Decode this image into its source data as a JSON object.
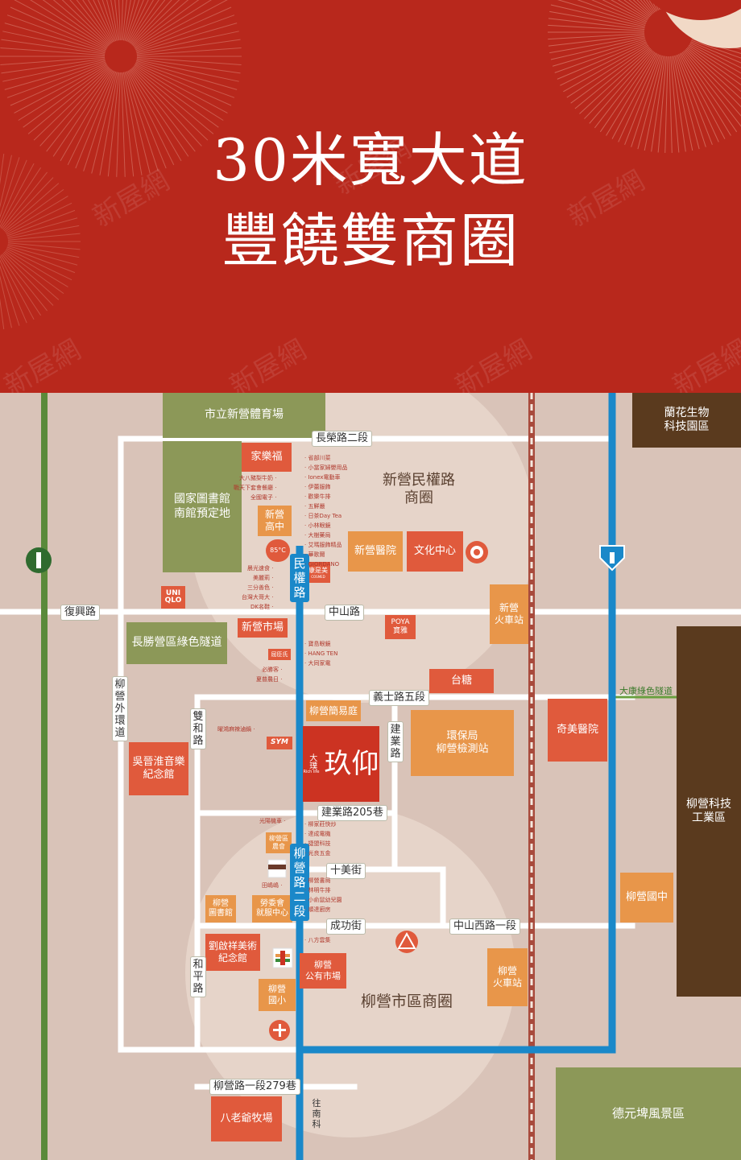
{
  "header": {
    "title_line1": "30米寬大道",
    "title_line2": "豐饒雙商圈",
    "watermark": "新屋網",
    "background": "#b8281c"
  },
  "map": {
    "areas": {
      "stadium": "市立新營體育場",
      "library": "國家圖書館\n南館預定地",
      "tunnel_changsheng": "長勝營區綠色隧道",
      "orchid_park": "蘭花生物\n科技園區",
      "tech_park": "柳營科技\n工業區",
      "dearyuan": "德元埤風景區"
    },
    "districts": {
      "xinying": "新營民權路\n商圈",
      "liuying": "柳營市區商圈"
    },
    "roads": {
      "changrong": "長榮路二段",
      "fuxing": "復興路",
      "zhongshan": "中山路",
      "yishi": "義士路五段",
      "jianye": "建業路",
      "jianye205": "建業路205巷",
      "shimei": "十美街",
      "chenggong": "成功街",
      "zhongshan_west": "中山西路一段",
      "liuying_279": "柳營路一段279巷",
      "shuanghe": "雙和路",
      "heping": "和平路",
      "outer_ring": "柳營外環道",
      "minquan": "民權路",
      "liuying_rd2": "柳營路二段",
      "taikang_tunnel": "大康綠色隧道",
      "to_nanke": "往南科"
    },
    "places": {
      "jialefu": "家樂福",
      "xinying_high": "新營\n高中",
      "hospital_xinying": "新營醫院",
      "culture_center": "文化中心",
      "xinying_station": "新營\n火車站",
      "xinying_market": "新營市場",
      "poya": "POYA\n寶雅",
      "taitang": "台糖",
      "liuying_court": "柳營簡易庭",
      "epa": "環保局\n柳營檢測站",
      "chimei": "奇美醫院",
      "wu_music": "吳晉淮音樂\n紀念館",
      "liuying_school": "柳營國中",
      "library_small": "柳營\n圖書館",
      "labor_center": "勞委會\n就服中心",
      "liu_art": "劉啟祥美術\n紀念館",
      "public_market": "柳營\n公有市場",
      "liuying_station": "柳營\n火車站",
      "liuying_elem": "柳營\n國小",
      "farmers_assoc": "柳營區\n農會",
      "balao": "八老爺牧場",
      "kangshimei": "康是美",
      "kangshimei_en": "COSMED",
      "uniqlo": "UNI\nQLO",
      "c85": "85°C",
      "qu": "屈臣氏",
      "sym": "SYM"
    },
    "project": {
      "prefix": "大璞",
      "prefix_en": "Rich life",
      "name": "玖仰"
    },
    "shop_lists": {
      "minquan_right": "· 省部川菜\n· 小當家婦嬰用品\n· Ionex電動車\n· 伊蕾服飾\n· 歡樂牛排\n· 五鮮嚴\n· 日茶Day Tea\n· 小林眼鏡\n· 大樹藥局\n· 艾瑪服飾精品\n· 華歌爾\n· GIORDANO",
      "minquan_left": "大八豬梨牛奶 ·\n戰天下套會餐廳 ·\n全國電子 ·",
      "minquan_left2": "晨光速食 ·\n美麗莉 ·\n三分善色 ·\n台灣大哥大 ·\nDK名鞋 ·",
      "zhongshan_right": "· 寶島眼鏡\n· HANG TEN\n· 大同家電",
      "zhongshan_left": "必勝客 ·\n夏普農日 ·",
      "shuanghe_left": "曜鴻麻辣滷鍋 ·",
      "liuying_right": "· 柳家莊快炒\n· 達成電機\n· 捷盟科技\n· 光良五金",
      "liuying_right2": "· 柳營書局\n· 林明牛排\n· 小俞鼠幼兒園\n· 順達廚房",
      "liuying_left": "光陽機車 ·",
      "liuying_left2": "田嶋嶋 ·",
      "bafang": "· 八方雲集"
    },
    "colors": {
      "bg": "#d9c3b8",
      "block_orange": "#e8964a",
      "block_red": "#e05a3c",
      "olive": "#8c9858",
      "brown": "#5a3a1e",
      "project": "#cc3322",
      "metro_blue": "#1a88c9",
      "rail": "#a84a3c",
      "green_road": "#5a8a3a"
    }
  }
}
